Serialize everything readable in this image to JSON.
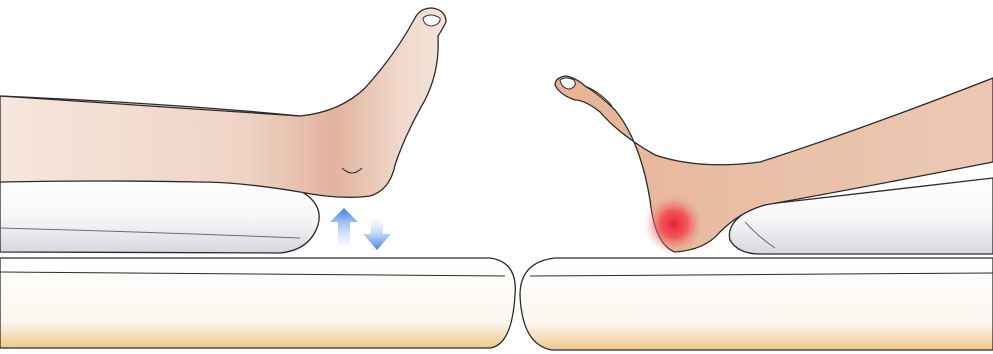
{
  "scene": {
    "left_leg": {
      "state": "elevated"
    },
    "right_leg": {
      "state": "resting",
      "pressure_point": "heel"
    },
    "arrows": [
      {
        "name": "up-arrow-icon",
        "direction": "up"
      },
      {
        "name": "down-arrow-icon",
        "direction": "down"
      }
    ],
    "colors": {
      "skin_light": "#f3ddd0",
      "skin_mid": "#e9bfa6",
      "skin_shadow": "#d79c85",
      "pillow": "#ffffff",
      "pillow_shadow": "#d9dbe0",
      "mattress_base": "#efc88a",
      "arrow_blue": "#3b7fe6",
      "heel_red": "#ef1d3a"
    }
  }
}
